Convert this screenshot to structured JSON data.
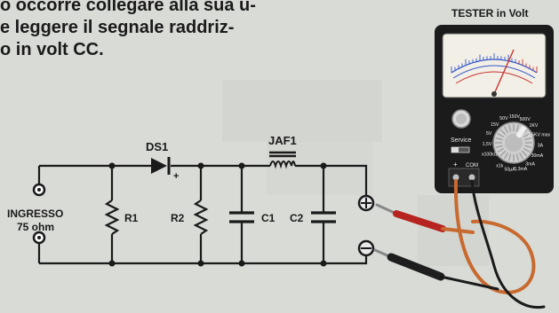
{
  "intro_text": {
    "line1": "o occorre collegare alla sua u-",
    "line2": "e leggere il segnale raddriz-",
    "line3": "o in volt CC."
  },
  "tester": {
    "title": "TESTER in Volt",
    "service_label": "Service",
    "plus_label": "+",
    "com_label": "COM",
    "range_labels": [
      "x100kΩ",
      "1,5V",
      "5V",
      "15V",
      "50V",
      "150V",
      "500V",
      "1KV",
      "1,5KV max",
      "3A",
      "30mA",
      "3mA",
      "0,3mA",
      "50µA",
      "x1k"
    ]
  },
  "circuit": {
    "input_label": "INGRESSO",
    "input_impedance": "75 ohm",
    "diode_label": "DS1",
    "diode_plus": "+",
    "inductor_label": "JAF1",
    "r1_label": "R1",
    "r2_label": "R2",
    "c1_label": "C1",
    "c2_label": "C2"
  },
  "colors": {
    "background": "#d8dbd6",
    "wire": "#1a1a1a",
    "tester_body": "#1b1b1b",
    "meter_face": "#f2efe6",
    "scale_blue": "#3355c8",
    "scale_red": "#c8322e",
    "probe_red": "#b7231f",
    "cable_orange": "#c86a30"
  }
}
